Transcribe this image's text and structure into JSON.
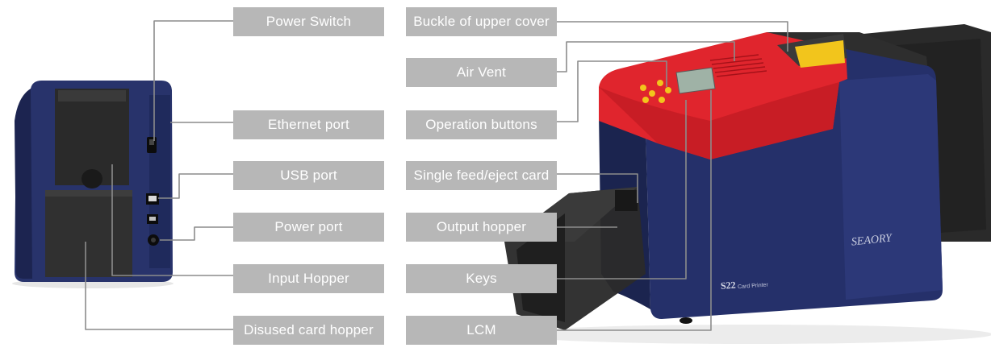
{
  "callouts": {
    "left": {
      "power_switch": "Power Switch",
      "ethernet_port": "Ethernet port",
      "usb_port": "USB port",
      "power_port": "Power port",
      "input_hopper": "Input Hopper",
      "disused_card_hopper": "Disused card hopper"
    },
    "middle": {
      "buckle_upper_cover": "Buckle of upper cover",
      "air_vent": "Air Vent",
      "operation_buttons": "Operation buttons",
      "single_feed_eject_card": "Single feed/eject card",
      "output_hopper": "Output hopper",
      "keys": "Keys",
      "lcm": "LCM"
    }
  },
  "printer": {
    "brand": "SEAORY",
    "model": "S22",
    "model_suffix": "Card Printer"
  },
  "colors": {
    "label_bg": "#b7b7b7",
    "label_text": "#ffffff",
    "leader_line": "#8c8c8c",
    "body_navy": "#25306a",
    "cover_red": "#e0252d",
    "button_yellow": "#f2c51c",
    "hopper_dark": "#2b2b2b"
  }
}
